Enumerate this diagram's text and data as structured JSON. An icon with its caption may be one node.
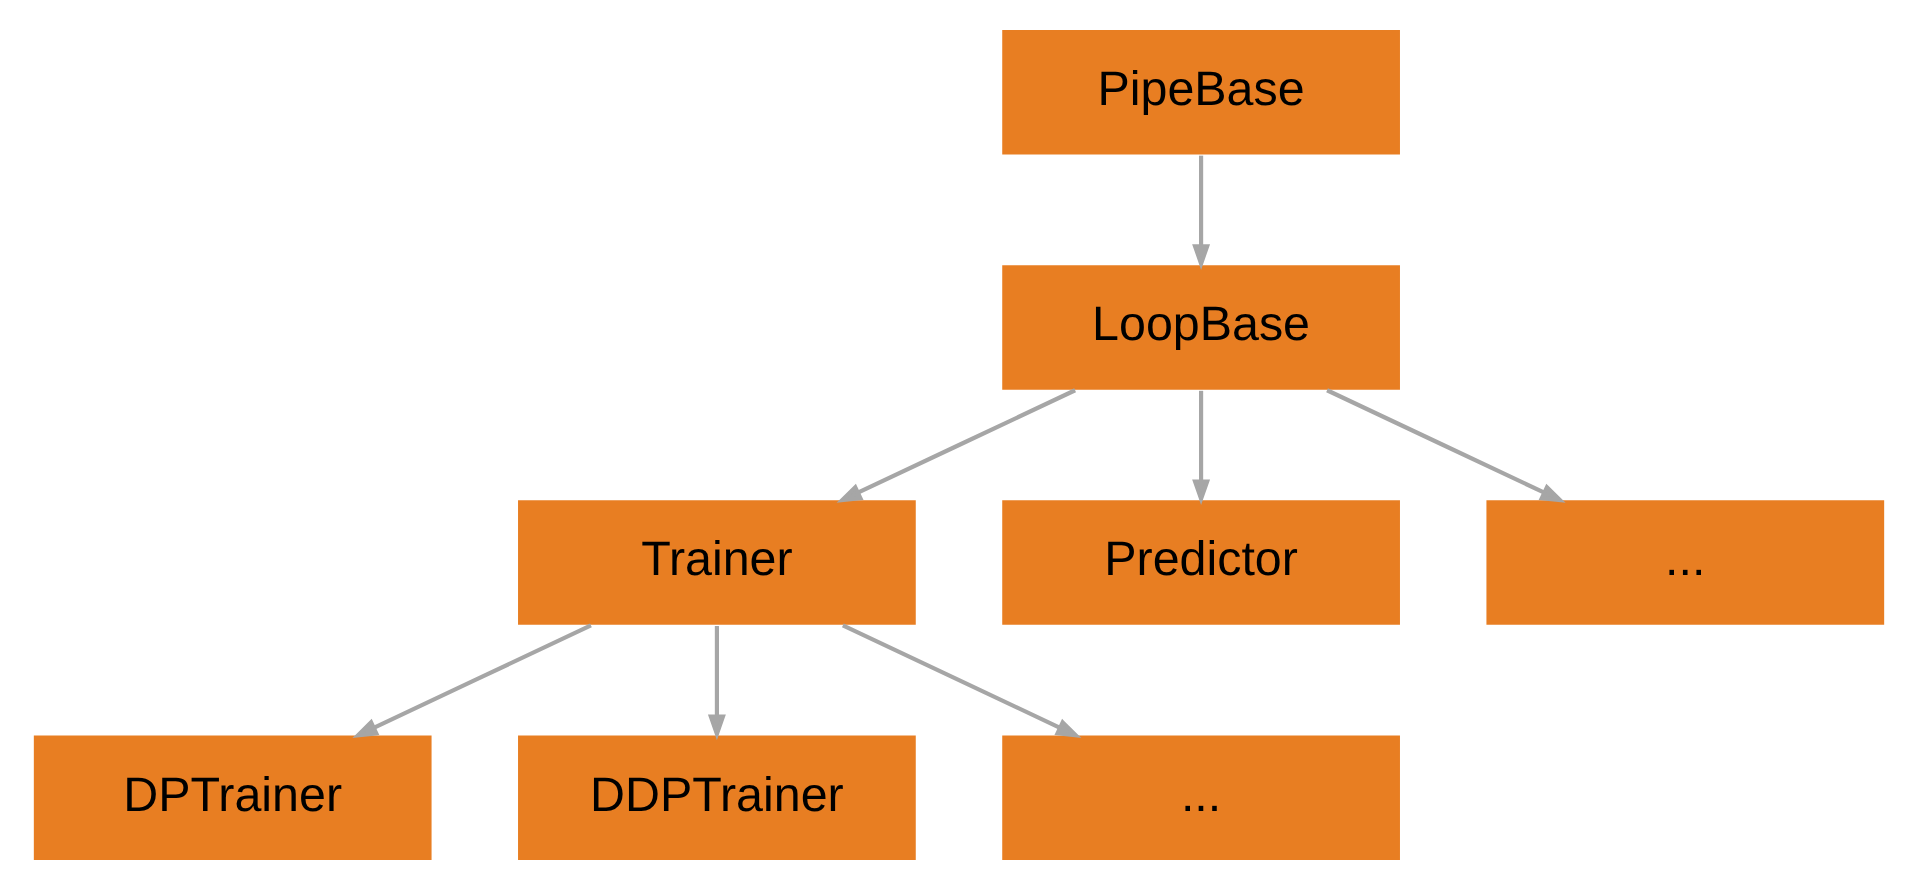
{
  "diagram": {
    "nodes": [
      {
        "text": [
          "PipeBase"
        ]
      },
      {
        "text": [
          "LoopBase"
        ]
      },
      {
        "text": [
          "Trainer"
        ]
      },
      {
        "text": [
          "Predictor"
        ]
      },
      {
        "text": [
          "..."
        ]
      },
      {
        "text": [
          "DPTrainer"
        ]
      },
      {
        "text": [
          "DDPTrainer"
        ]
      },
      {
        "text": [
          "..."
        ]
      }
    ],
    "edges": [
      {
        "from": 0,
        "to": 1,
        "arrow": "to"
      },
      {
        "from": 1,
        "to": 2,
        "arrow": "to"
      },
      {
        "from": 1,
        "to": 3,
        "arrow": "to"
      },
      {
        "from": 1,
        "to": 4,
        "arrow": "to"
      },
      {
        "from": 2,
        "to": 5,
        "arrow": "to"
      },
      {
        "from": 2,
        "to": 6,
        "arrow": "to"
      },
      {
        "from": 2,
        "to": 7,
        "arrow": "to"
      }
    ]
  }
}
